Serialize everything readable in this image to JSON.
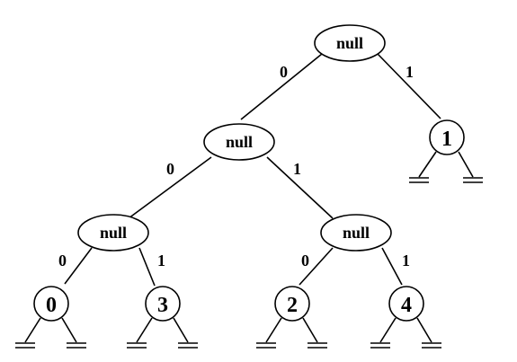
{
  "tree": {
    "root": {
      "label": "null",
      "edge_0": "0",
      "edge_1": "1",
      "right_leaf": "1"
    },
    "level1": {
      "label": "null",
      "edge_0": "0",
      "edge_1": "1"
    },
    "left_internal": {
      "label": "null",
      "edge_0": "0",
      "edge_1": "1",
      "leaf_0": "0",
      "leaf_1": "3"
    },
    "right_internal": {
      "label": "null",
      "edge_0": "0",
      "edge_1": "1",
      "leaf_0": "2",
      "leaf_1": "4"
    }
  }
}
